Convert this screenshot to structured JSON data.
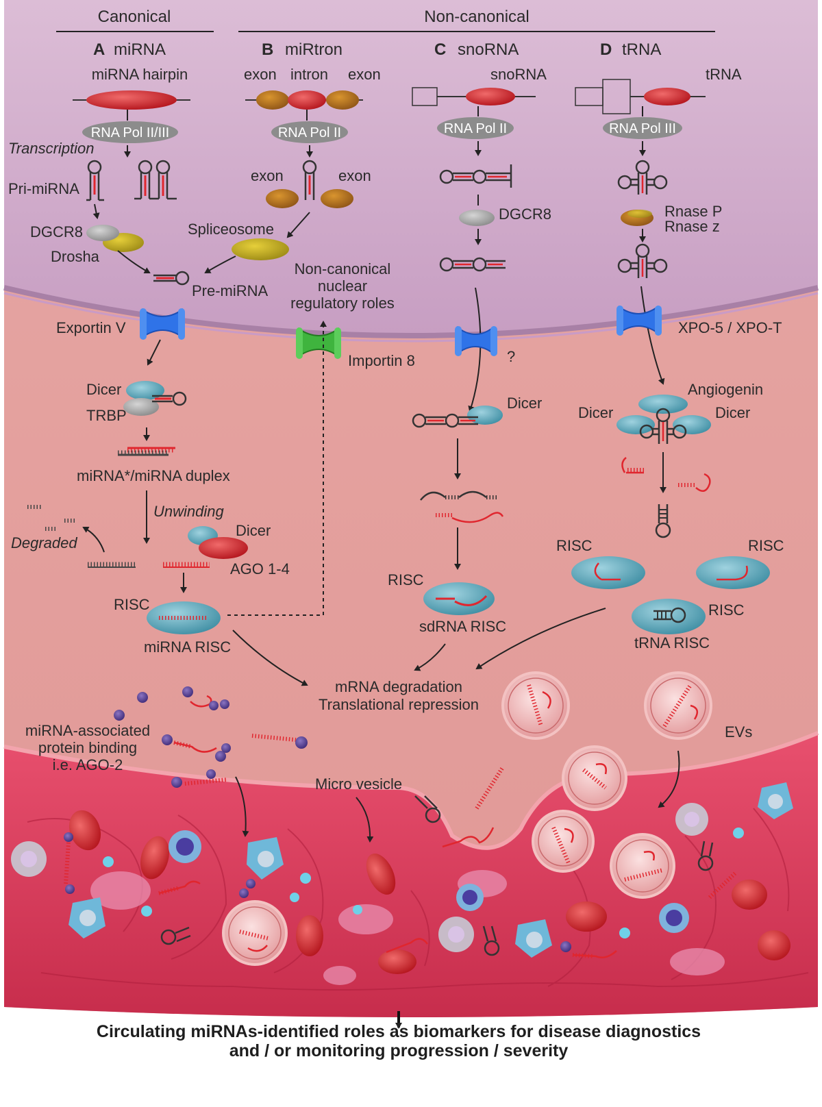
{
  "sections": {
    "canonical": "Canonical",
    "non_canonical": "Non-canonical"
  },
  "pathways": {
    "a": {
      "letter": "A",
      "title": "miRNA"
    },
    "b": {
      "letter": "B",
      "title": "miRtron"
    },
    "c": {
      "letter": "C",
      "title": "snoRNA"
    },
    "d": {
      "letter": "D",
      "title": "tRNA"
    }
  },
  "labels": {
    "mirna_hairpin": "miRNA hairpin",
    "exon": "exon",
    "intron": "intron",
    "snorna": "snoRNA",
    "trna": "tRNA",
    "rna_pol_2_3": "RNA Pol II/III",
    "rna_pol_2": "RNA Pol II",
    "rna_pol_3": "RNA Pol III",
    "transcription": "Transcription",
    "pri_mirna": "Pri-miRNA",
    "dgcr8": "DGCR8",
    "drosha": "Drosha",
    "spliceosome": "Spliceosome",
    "pre_mirna": "Pre-miRNA",
    "rnase_p": "Rnase P",
    "rnase_z": "Rnase z",
    "nuclear_roles_1": "Non-canonical",
    "nuclear_roles_2": "nuclear",
    "nuclear_roles_3": "regulatory roles",
    "exportin": "Exportin V",
    "importin": "Importin 8",
    "question": "?",
    "xpo": "XPO-5 / XPO-T",
    "dicer": "Dicer",
    "trbp": "TRBP",
    "angiogenin": "Angiogenin",
    "duplex": "miRNA*/miRNA duplex",
    "unwinding": "Unwinding",
    "degraded": "Degraded",
    "ago": "AGO 1-4",
    "risc": "RISC",
    "mirna_risc": "miRNA RISC",
    "sdrna_risc": "sdRNA RISC",
    "trna_risc": "tRNA RISC",
    "mrna_deg_1": "mRNA degradation",
    "mrna_deg_2": "Translational repression",
    "protein_binding_1": "miRNA-associated",
    "protein_binding_2": "protein binding",
    "protein_binding_3": "i.e. AGO-2",
    "micro_vesicle": "Micro vesicle",
    "evs": "EVs"
  },
  "footer": {
    "line1": "Circulating miRNAs-identified roles as biomarkers for disease diagnostics",
    "line2": "and / or monitoring progression / severity"
  },
  "colors": {
    "nucleus": "#d7b4cf",
    "nuclear_membrane": "#a880a6",
    "cytoplasm": "#e5a6a3",
    "blood_vessel": "#d83b5c",
    "rna_red": "#e0262e",
    "dicer_teal": "#5aa9bd",
    "exportin_blue": "#2f73e8",
    "importin_green": "#3fb43e",
    "protein_purple": "#5a3f95",
    "pol_grey": "#8c8c8c"
  }
}
